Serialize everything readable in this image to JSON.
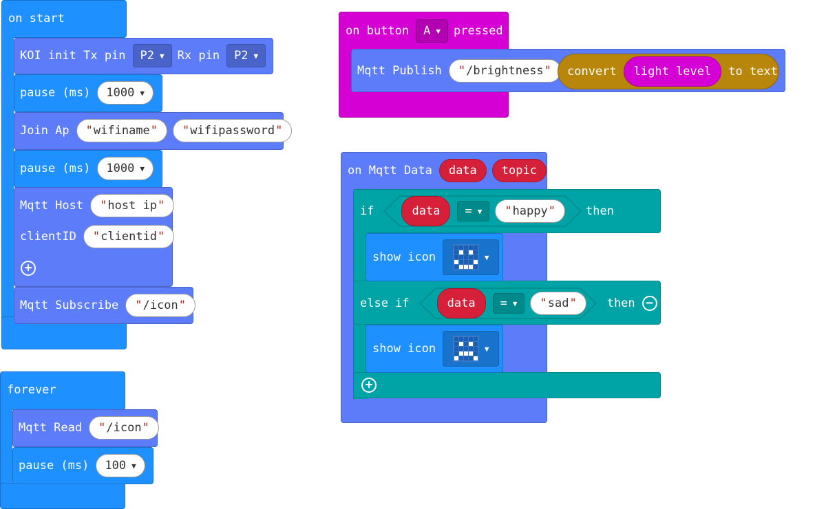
{
  "colors": {
    "basic_blue": "#1e90ff",
    "mqtt_indigo": "#5c7cfa",
    "input_magenta": "#d400d4",
    "logic_teal": "#00a4a6",
    "text_gold": "#b8860b",
    "variable_red": "#d62039"
  },
  "on_start": {
    "title": "on start",
    "koi_init": {
      "label1": "KOI init Tx pin",
      "tx_pin": "P2",
      "label2": "Rx pin",
      "rx_pin": "P2"
    },
    "pause1": {
      "label": "pause (ms)",
      "value": "1000"
    },
    "join_ap": {
      "label": "Join Ap",
      "ssid": "wifiname",
      "password": "wifipassword"
    },
    "pause2": {
      "label": "pause (ms)",
      "value": "1000"
    },
    "mqtt_host": {
      "label": "Mqtt Host",
      "host": "host ip",
      "client_label": "clientID",
      "client": "clientid"
    },
    "mqtt_subscribe": {
      "label": "Mqtt Subscribe",
      "topic": "/icon"
    }
  },
  "forever": {
    "title": "forever",
    "mqtt_read": {
      "label": "Mqtt Read",
      "topic": "/icon"
    },
    "pause": {
      "label": "pause (ms)",
      "value": "100"
    }
  },
  "on_button": {
    "label1": "on button",
    "button": "A",
    "label2": "pressed",
    "publish": {
      "label": "Mqtt Publish",
      "topic": "/brightness",
      "convert_label": "convert",
      "light_label": "light level",
      "to_text_label": "to text"
    }
  },
  "on_mqtt_data": {
    "label": "on Mqtt Data",
    "param1": "data",
    "param2": "topic",
    "if_label": "if",
    "cond1": {
      "var": "data",
      "op": "=",
      "value": "happy"
    },
    "then_label": "then",
    "show_icon1": {
      "label": "show icon",
      "icon": "happy-face-icon",
      "pattern": [
        0,
        0,
        0,
        0,
        0,
        0,
        1,
        0,
        1,
        0,
        0,
        0,
        0,
        0,
        0,
        1,
        0,
        0,
        0,
        1,
        0,
        1,
        1,
        1,
        0
      ]
    },
    "else_if_label": "else if",
    "cond2": {
      "var": "data",
      "op": "=",
      "value": "sad"
    },
    "then2_label": "then",
    "show_icon2": {
      "label": "show icon",
      "icon": "sad-face-icon",
      "pattern": [
        0,
        0,
        0,
        0,
        0,
        0,
        1,
        0,
        1,
        0,
        0,
        0,
        0,
        0,
        0,
        0,
        1,
        1,
        1,
        0,
        1,
        0,
        0,
        0,
        1
      ]
    }
  }
}
